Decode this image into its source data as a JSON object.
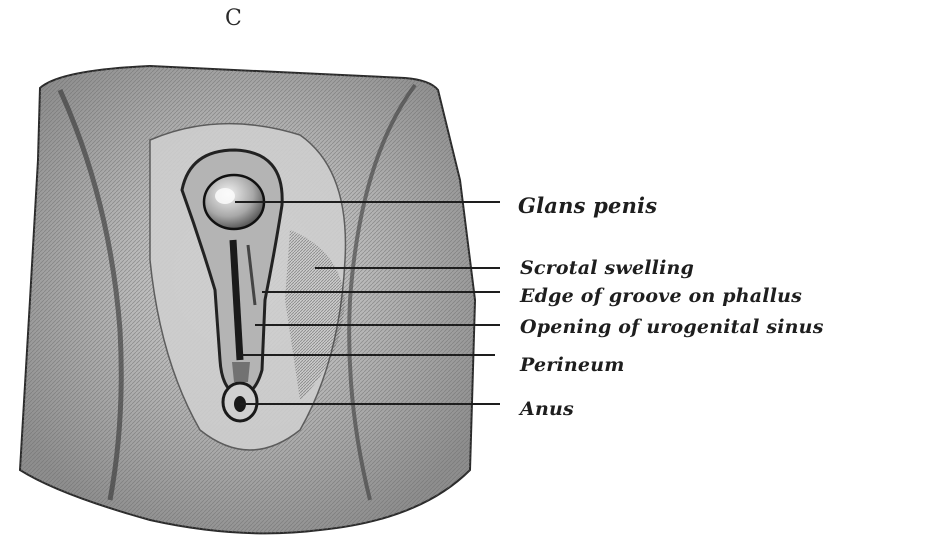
{
  "figure_letter": "C",
  "labels": {
    "glans_penis": "Glans penis",
    "scrotal_swelling": "Scrotal swelling",
    "edge_of_groove": "Edge of groove on phallus",
    "opening_urogenital_sinus": "Opening of urogenital sinus",
    "perineum": "Perineum",
    "anus": "Anus"
  },
  "colors": {
    "ink": "#1e1e1e",
    "background": "#ffffff"
  }
}
